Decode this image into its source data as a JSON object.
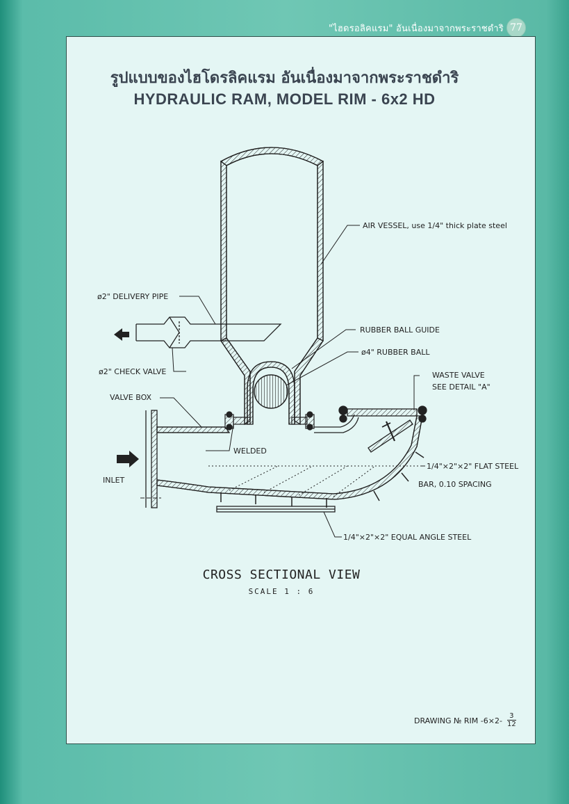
{
  "header": {
    "running_title": "\"ไฮดรอลิคแรม\" อันเนื่องมาจากพระราชดำริ",
    "page_number": "77"
  },
  "titles": {
    "thai": "รูปแบบของไฮโดรลิคแรม อันเนื่องมาจากพระราชดำริ",
    "english": "HYDRAULIC RAM, MODEL RIM - 6x2 HD"
  },
  "labels": {
    "air_vessel": "AIR VESSEL, use 1/4\" thick plate steel",
    "delivery_pipe": "ø2\" DELIVERY PIPE",
    "rubber_ball_guide": "RUBBER BALL GUIDE",
    "rubber_ball": "ø4\" RUBBER BALL",
    "check_valve": "ø2\" CHECK VALVE",
    "waste_valve_line1": "WASTE VALVE",
    "waste_valve_line2": "SEE DETAIL \"A\"",
    "valve_box": "VALVE BOX",
    "welded": "WELDED",
    "inlet": "INLET",
    "flat_steel": "1/4\"×2\"×2\" FLAT STEEL",
    "bar_spacing": "BAR, 0.10 SPACING",
    "angle_steel": "1/4\"×2\"×2\" EQUAL ANGLE STEEL"
  },
  "view": {
    "title": "CROSS SECTIONAL VIEW",
    "scale": "SCALE  1 : 6"
  },
  "drawing_number": {
    "prefix": "DRAWING № RIM -6×2-",
    "numerator": "3",
    "denominator": "12"
  },
  "colors": {
    "sheet": "#e4f6f4",
    "ink": "#222222",
    "frame": "#6fc7b4"
  }
}
